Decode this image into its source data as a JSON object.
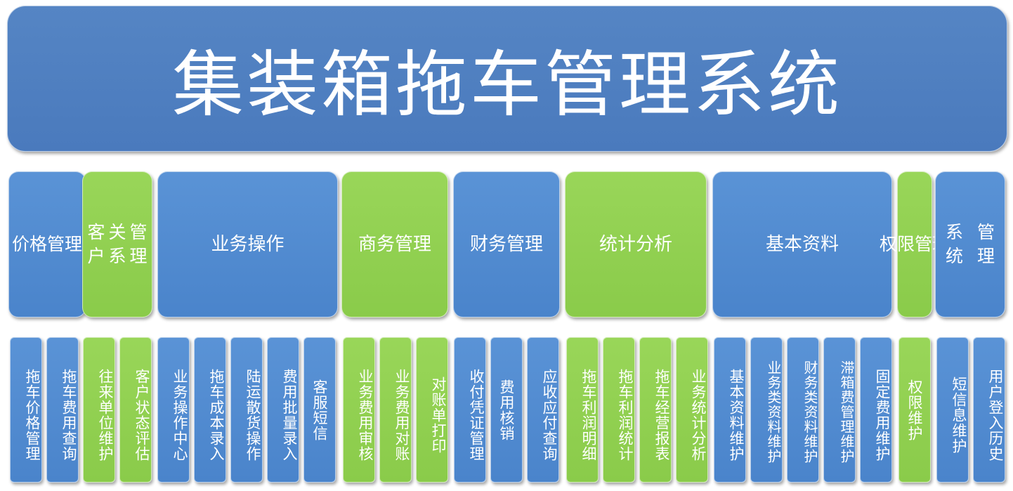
{
  "title": "集装箱拖车管理系统",
  "colors": {
    "blue": "#4f89cf",
    "green": "#92d050",
    "title": "#4f81bd"
  },
  "categories": [
    {
      "id": "price",
      "label": "价格管理",
      "color": "blue"
    },
    {
      "id": "customer",
      "label": "客户关系管理",
      "color": "green"
    },
    {
      "id": "operation",
      "label": "业务操作",
      "color": "blue"
    },
    {
      "id": "business",
      "label": "商务管理",
      "color": "green"
    },
    {
      "id": "finance",
      "label": "财务管理",
      "color": "blue"
    },
    {
      "id": "stats",
      "label": "统计分析",
      "color": "green"
    },
    {
      "id": "basic",
      "label": "基本资料",
      "color": "blue"
    },
    {
      "id": "permission",
      "label": "权限管理",
      "color": "green"
    },
    {
      "id": "system",
      "label": "系统管理",
      "color": "blue"
    }
  ],
  "items": [
    {
      "label": "拖车价格管理",
      "color": "blue"
    },
    {
      "label": "拖车费用查询",
      "color": "blue"
    },
    {
      "label": "往来单位维护",
      "color": "green"
    },
    {
      "label": "客户状态评估",
      "color": "green"
    },
    {
      "label": "业务操作中心",
      "color": "blue"
    },
    {
      "label": "拖车成本录入",
      "color": "blue"
    },
    {
      "label": "陆运散货操作",
      "color": "blue"
    },
    {
      "label": "费用批量录入",
      "color": "blue"
    },
    {
      "label": "客服短信",
      "color": "blue"
    },
    {
      "label": "业务费用审核",
      "color": "green"
    },
    {
      "label": "业务费用对账",
      "color": "green"
    },
    {
      "label": "对账单打印",
      "color": "green"
    },
    {
      "label": "收付凭证管理",
      "color": "blue"
    },
    {
      "label": "费用核销",
      "color": "blue"
    },
    {
      "label": "应收应付查询",
      "color": "blue"
    },
    {
      "label": "拖车利润明细",
      "color": "green"
    },
    {
      "label": "拖车利润统计",
      "color": "green"
    },
    {
      "label": "拖车经营报表",
      "color": "green"
    },
    {
      "label": "业务统计分析",
      "color": "green"
    },
    {
      "label": "基本资料维护",
      "color": "blue"
    },
    {
      "label": "业务类资料维护",
      "color": "blue"
    },
    {
      "label": "财务类资料维护",
      "color": "blue"
    },
    {
      "label": "滞箱费管理维护",
      "color": "blue"
    },
    {
      "label": "固定费用维护",
      "color": "blue"
    },
    {
      "label": "权限维护",
      "color": "green"
    },
    {
      "label": "短信息维护",
      "color": "blue"
    },
    {
      "label": "用户登入历史",
      "color": "blue"
    }
  ]
}
